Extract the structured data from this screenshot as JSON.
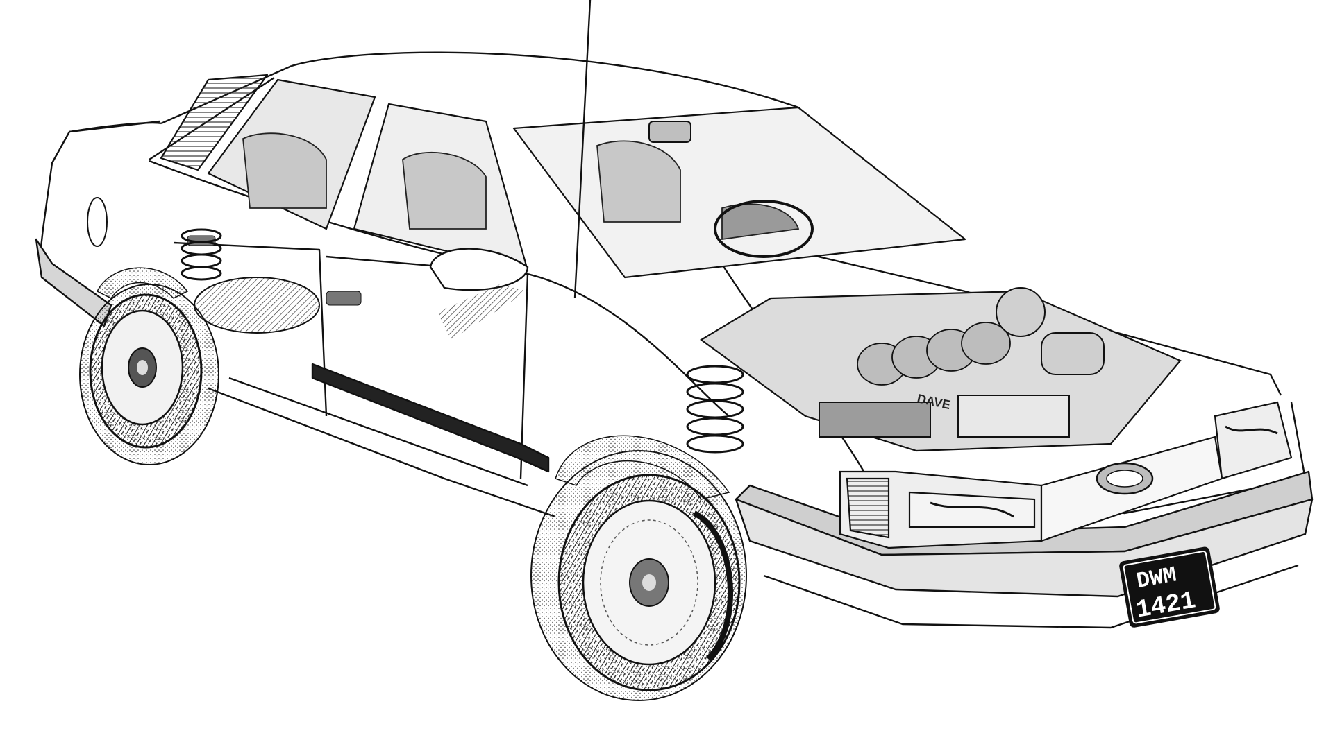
{
  "illustration": {
    "subject": "car-cutaway-drawing",
    "style": "black-and-white technical line art",
    "colors": {
      "ink": "#111111",
      "paper": "#ffffff",
      "tone_light": "#d9d9d9",
      "tone_mid": "#a6a6a6",
      "tone_dark": "#555555"
    }
  },
  "license_plate": {
    "line1": "DWM",
    "line2": "1421"
  },
  "engine_label": {
    "text": "DAVE"
  },
  "grille_badge": {
    "icon": "oval-logo-icon"
  }
}
